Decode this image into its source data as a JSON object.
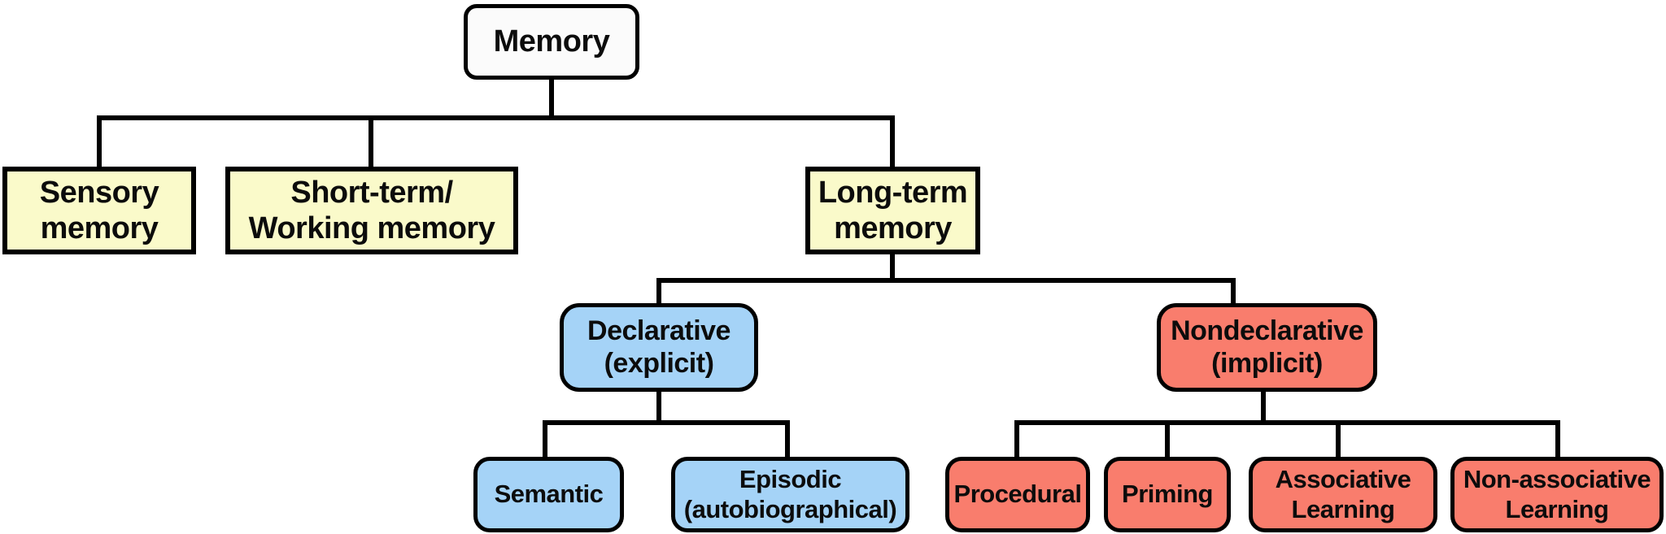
{
  "colors": {
    "background": "#ffffff",
    "line": "#000000",
    "border": "#000000",
    "text": "#0c0c0c",
    "root_fill": "#fbfbfb",
    "stage_fill": "#fafaca",
    "declarative_fill": "#a5d3f7",
    "nondeclarative_fill": "#f97d6d"
  },
  "nodes": {
    "memory": {
      "label": "Memory"
    },
    "sensory": {
      "label": "Sensory\nmemory"
    },
    "short_term": {
      "label": "Short-term/\nWorking memory"
    },
    "long_term": {
      "label": "Long-term\nmemory"
    },
    "declarative": {
      "label": "Declarative\n(explicit)"
    },
    "nondeclarative": {
      "label": "Nondeclarative\n(implicit)"
    },
    "semantic": {
      "label": "Semantic"
    },
    "episodic": {
      "label": "Episodic\n(autobiographical)"
    },
    "procedural": {
      "label": "Procedural"
    },
    "priming": {
      "label": "Priming"
    },
    "associative": {
      "label": "Associative\nLearning"
    },
    "non_associative": {
      "label": "Non-associative\nLearning"
    }
  },
  "hierarchy": [
    {
      "parent": "Memory",
      "children": [
        "Sensory memory",
        "Short-term/Working memory",
        "Long-term memory"
      ]
    },
    {
      "parent": "Long-term memory",
      "children": [
        "Declarative (explicit)",
        "Nondeclarative (implicit)"
      ]
    },
    {
      "parent": "Declarative (explicit)",
      "children": [
        "Semantic",
        "Episodic (autobiographical)"
      ]
    },
    {
      "parent": "Nondeclarative (implicit)",
      "children": [
        "Procedural",
        "Priming",
        "Associative Learning",
        "Non-associative Learning"
      ]
    }
  ]
}
